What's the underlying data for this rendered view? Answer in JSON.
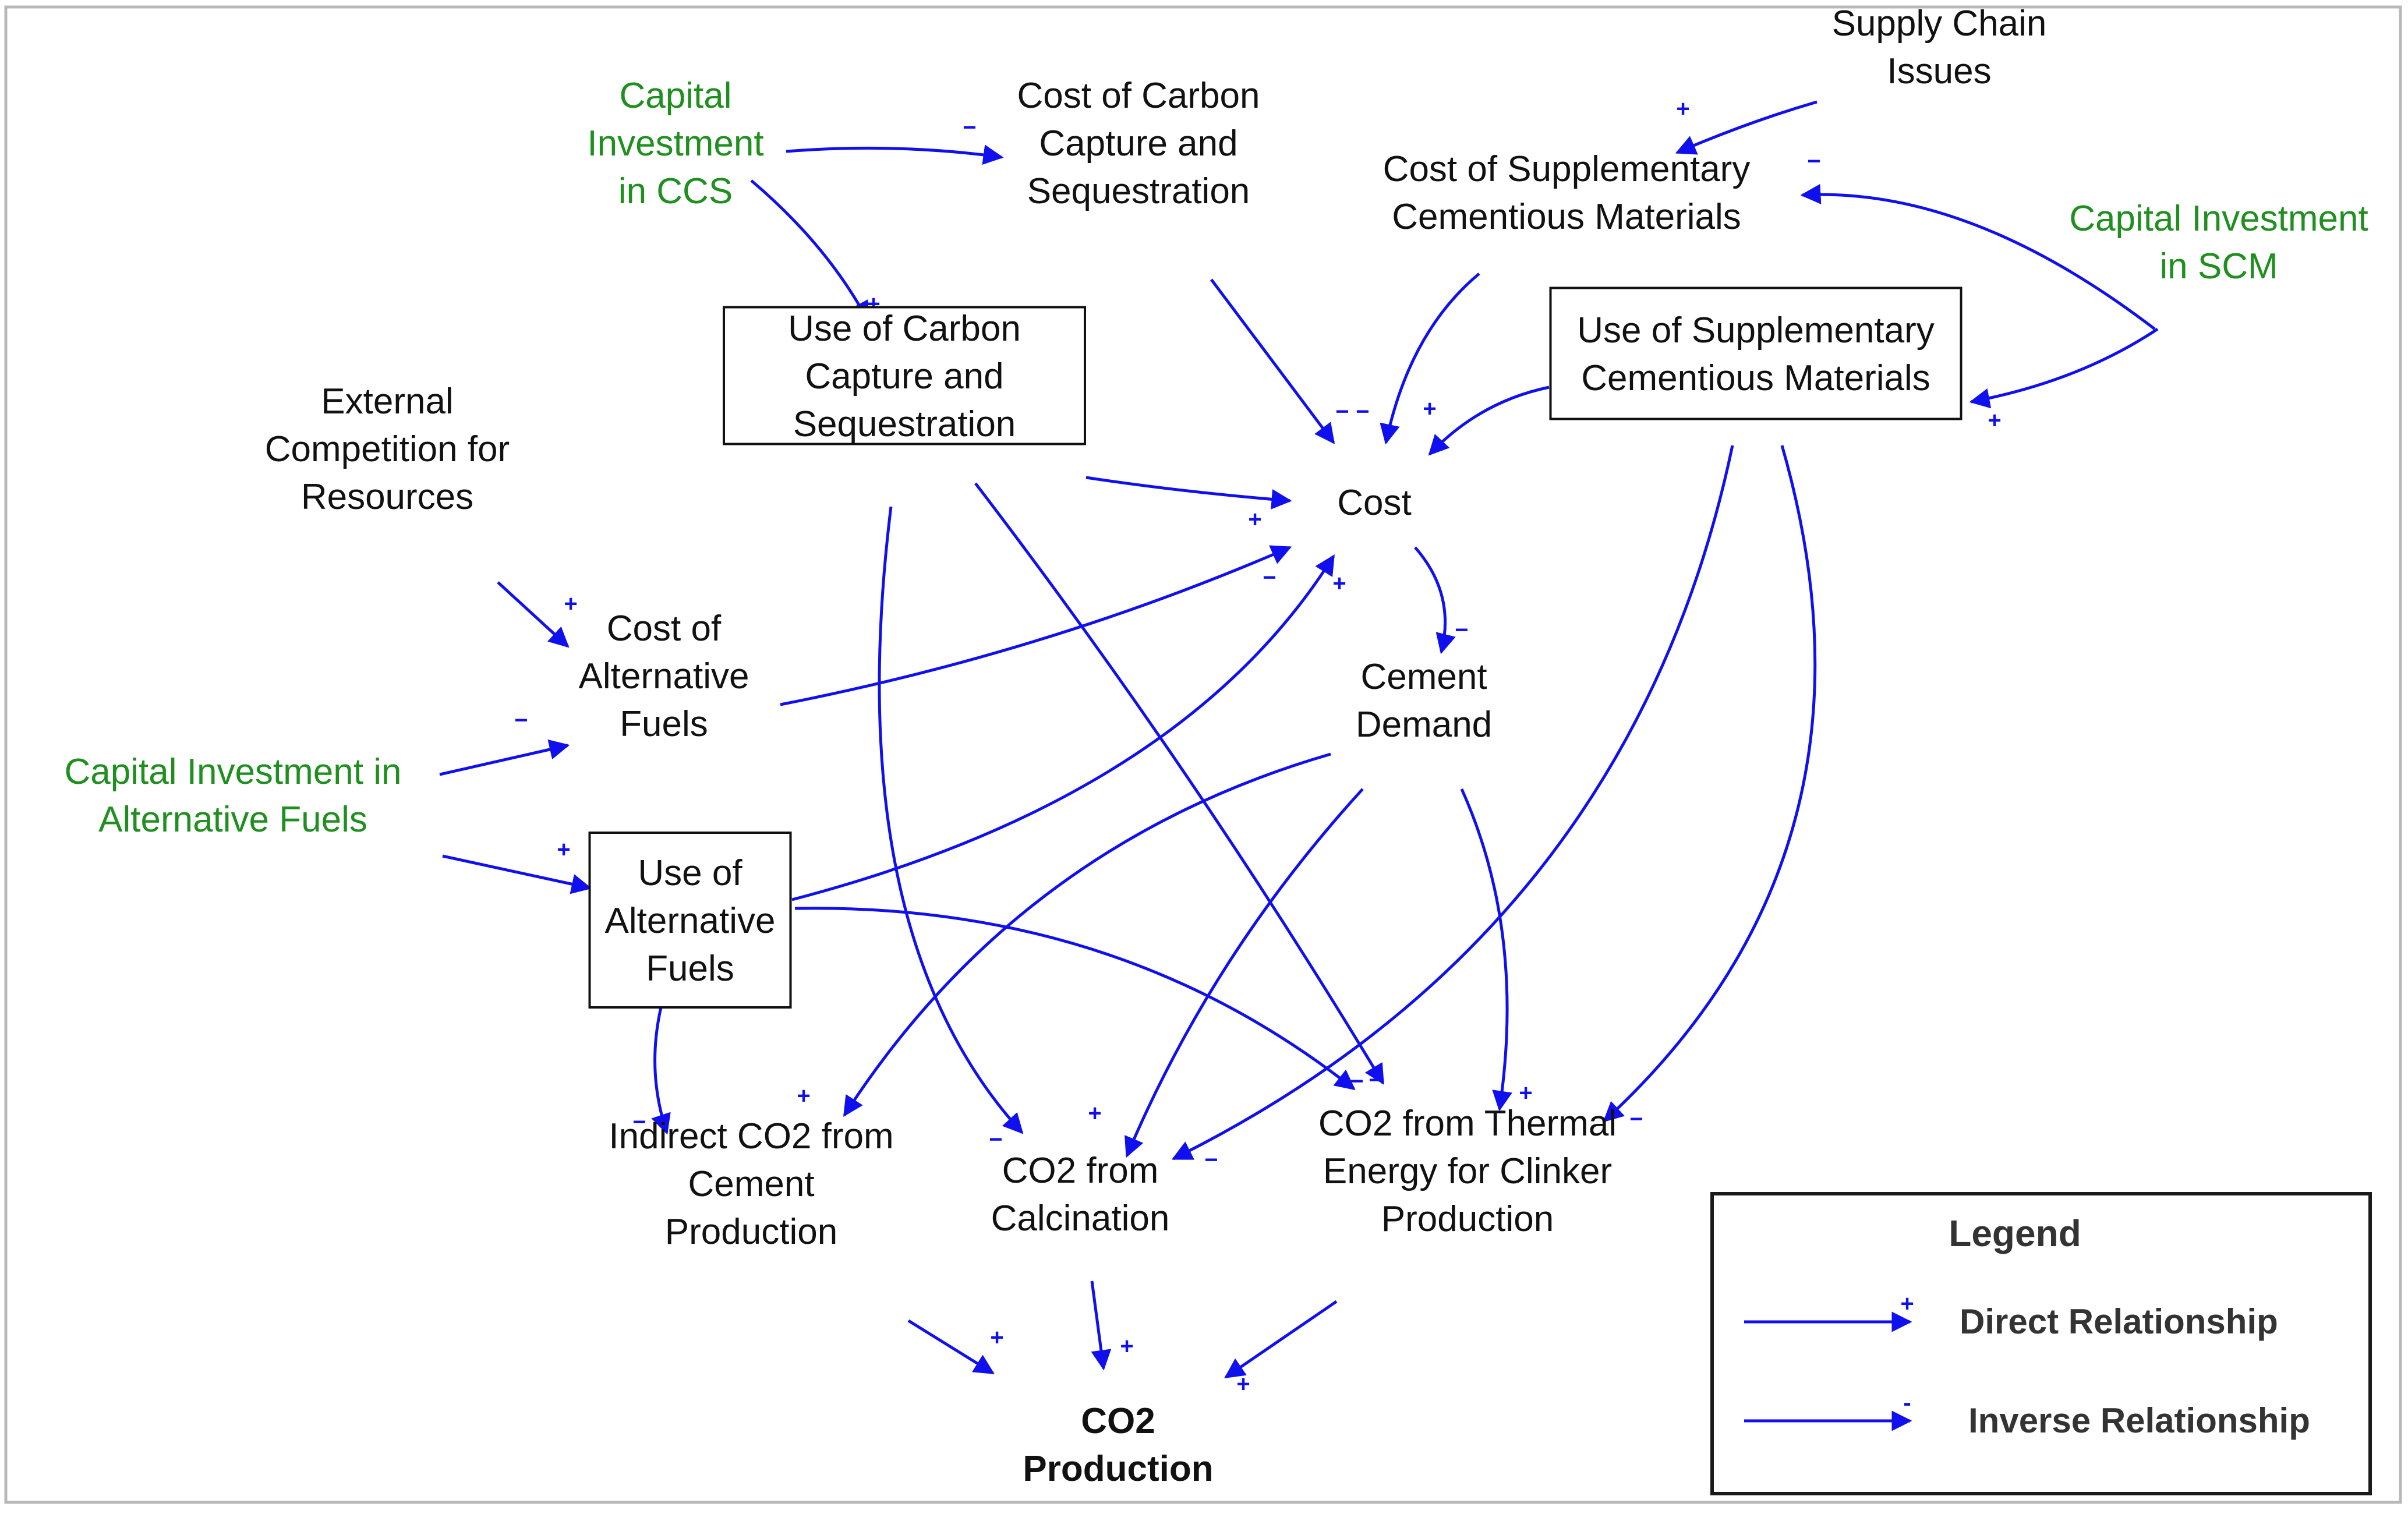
{
  "colors": {
    "arrow": "#1010ee",
    "text": "#111111",
    "investment": "#1f8f1f",
    "frame": "#b8b8b8"
  },
  "nodes": {
    "supply_chain": [
      "Supply Chain",
      "Issues"
    ],
    "capital_ccs": [
      "Capital",
      "Investment",
      "in CCS"
    ],
    "cost_ccs": [
      "Cost of Carbon",
      "Capture and",
      "Sequestration"
    ],
    "cost_scm": [
      "Cost of Supplementary",
      "Cementious Materials"
    ],
    "capital_scm": [
      "Capital Investment",
      "in SCM"
    ],
    "use_scm": [
      "Use of Supplementary",
      "Cementious Materials"
    ],
    "use_ccs": [
      "Use of Carbon",
      "Capture and",
      "Sequestration"
    ],
    "external": [
      "External",
      "Competition for",
      "Resources"
    ],
    "cost": [
      "Cost"
    ],
    "cost_af": [
      "Cost of",
      "Alternative",
      "Fuels"
    ],
    "cement_demand": [
      "Cement",
      "Demand"
    ],
    "capital_af": [
      "Capital Investment in",
      "Alternative Fuels"
    ],
    "use_af": [
      "Use of",
      "Alternative",
      "Fuels"
    ],
    "indirect": [
      "Indirect CO2 from",
      "Cement",
      "Production"
    ],
    "calcination": [
      "CO2 from",
      "Calcination"
    ],
    "thermal": [
      "CO2 from Thermal",
      "Energy for Clinker",
      "Production"
    ],
    "co2": [
      "CO2",
      "Production"
    ]
  },
  "edges": [
    {
      "from": "supply_chain",
      "to": "cost_scm",
      "sign": "+"
    },
    {
      "from": "capital_ccs",
      "to": "cost_ccs",
      "sign": "−"
    },
    {
      "from": "capital_ccs",
      "to": "use_ccs",
      "sign": "+"
    },
    {
      "from": "capital_scm",
      "to": "cost_scm",
      "sign": "−"
    },
    {
      "from": "capital_scm",
      "to": "use_scm",
      "sign": "+"
    },
    {
      "from": "cost_ccs",
      "to": "cost",
      "sign": "−"
    },
    {
      "from": "cost_scm",
      "to": "cost",
      "sign": "−"
    },
    {
      "from": "use_scm",
      "to": "cost",
      "sign": "+"
    },
    {
      "from": "use_ccs",
      "to": "cost",
      "sign": "+"
    },
    {
      "from": "cost_af",
      "to": "cost",
      "sign": "−"
    },
    {
      "from": "use_af",
      "to": "cost",
      "sign": "+"
    },
    {
      "from": "external",
      "to": "cost_af",
      "sign": "+"
    },
    {
      "from": "capital_af",
      "to": "cost_af",
      "sign": "−"
    },
    {
      "from": "capital_af",
      "to": "use_af",
      "sign": "+"
    },
    {
      "from": "cost",
      "to": "cement_demand",
      "sign": "−"
    },
    {
      "from": "use_af",
      "to": "indirect",
      "sign": "−"
    },
    {
      "from": "cement_demand",
      "to": "indirect",
      "sign": "+"
    },
    {
      "from": "use_ccs",
      "to": "calcination",
      "sign": "−"
    },
    {
      "from": "cement_demand",
      "to": "calcination",
      "sign": "+"
    },
    {
      "from": "use_scm",
      "to": "calcination",
      "sign": "−"
    },
    {
      "from": "use_ccs",
      "to": "thermal",
      "sign": "−"
    },
    {
      "from": "use_af",
      "to": "thermal",
      "sign": "−"
    },
    {
      "from": "cement_demand",
      "to": "thermal",
      "sign": "+"
    },
    {
      "from": "use_scm",
      "to": "thermal",
      "sign": "−"
    },
    {
      "from": "indirect",
      "to": "co2",
      "sign": "+"
    },
    {
      "from": "calcination",
      "to": "co2",
      "sign": "+"
    },
    {
      "from": "thermal",
      "to": "co2",
      "sign": "+"
    }
  ],
  "legend": {
    "title": "Legend",
    "direct": {
      "sign": "+",
      "label": "Direct Relationship"
    },
    "inverse": {
      "sign": "-",
      "label": "Inverse Relationship"
    }
  }
}
